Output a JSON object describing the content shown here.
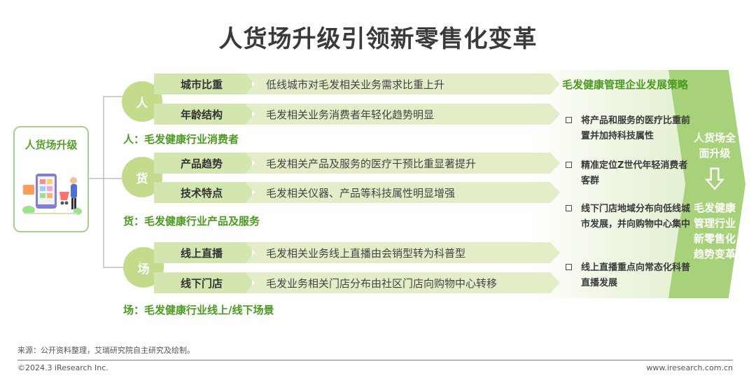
{
  "title": "人货场升级引领新零售化变革",
  "left_box": {
    "label": "人货场升级"
  },
  "groups": [
    {
      "circle": "人",
      "category": "人：毛发健康行业消费者",
      "rows": [
        {
          "label": "城市比重",
          "text": "低线城市对毛发相关业务需求比重上升"
        },
        {
          "label": "年龄结构",
          "text": "毛发相关业务消费者年轻化趋势明显"
        }
      ]
    },
    {
      "circle": "货",
      "category": "货：毛发健康行业产品及服务",
      "rows": [
        {
          "label": "产品趋势",
          "text": "毛发相关产品及服务的医疗干预比重显著提升"
        },
        {
          "label": "技术特点",
          "text": "毛发相关仪器、产品等科技属性明显增强"
        }
      ]
    },
    {
      "circle": "场",
      "category": "场：毛发健康行业线上/线下场景",
      "rows": [
        {
          "label": "线上直播",
          "text": "毛发相关业务线上直播由会销型转为科普型"
        },
        {
          "label": "线下门店",
          "text": "毛发业务相关门店分布由社区门店向购物中心转移"
        }
      ]
    }
  ],
  "strategy": {
    "title": "毛发健康管理企业发展策略",
    "bullets": [
      "将产品和服务的医疗比重前置并加持科技属性",
      "精准定位Z世代年轻消费者客群",
      "线下门店地域分布向低线城市发展，并向购物中心集中",
      "线上直播重点向常态化科普直播发展"
    ]
  },
  "right": {
    "top": "人货场全面升级",
    "bottom": "毛发健康管理行业新零售化趋势变革"
  },
  "footer": {
    "source": "来源：公开资料整理，艾瑞研究院自主研究及绘制。",
    "copyright": "©2024.3 iResearch Inc.",
    "site": "www.iresearch.com.cn"
  },
  "colors": {
    "accent": "#4a9a1e",
    "light_green": "#d3e6b0",
    "circle": "#c3db8b",
    "chevron": "#a7d27a"
  }
}
